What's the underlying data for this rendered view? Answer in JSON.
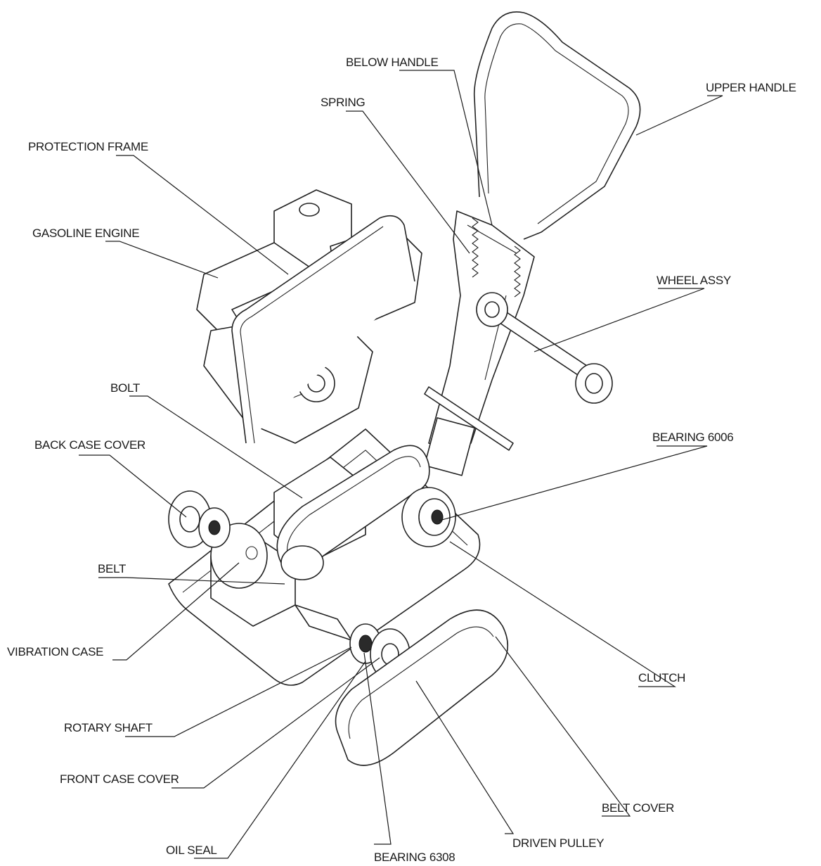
{
  "labels": {
    "below_handle": "BELOW HANDLE",
    "upper_handle": "UPPER HANDLE",
    "spring": "SPRING",
    "protection_frame": "PROTECTION FRAME",
    "gasoline_engine": "GASOLINE ENGINE",
    "wheel_assy": "WHEEL ASSY",
    "bolt": "BOLT",
    "back_case_cover": "BACK CASE COVER",
    "bearing_6006": "BEARING 6006",
    "belt": "BELT",
    "vibration_case": "VIBRATION CASE",
    "clutch": "CLUTCH",
    "rotary_shaft": "ROTARY SHAFT",
    "front_case_cover": "FRONT CASE COVER",
    "belt_cover": "BELT COVER",
    "oil_seal": "OIL SEAL",
    "driven_pulley": "DRIVEN PULLEY",
    "bearing_6308": "BEARING 6308"
  }
}
